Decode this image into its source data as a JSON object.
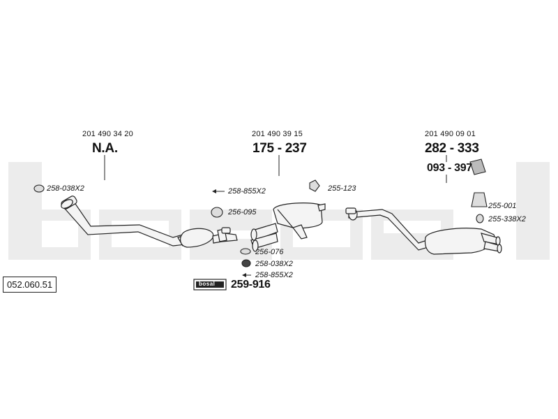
{
  "diagram": {
    "reference_number": "052.060.51",
    "watermark_text": "bosal",
    "logo_text": "bosal",
    "sections": [
      {
        "oem": "201 490 34 20",
        "part": "N.A."
      },
      {
        "oem": "201 490 39 15",
        "part": "175 - 237"
      },
      {
        "oem": "201 490 09 01",
        "part": "282 - 333"
      }
    ],
    "bracket_part": "093 - 397",
    "kit_part": "259-916",
    "parts": {
      "p_258_038_left": "258-038X2",
      "p_258_855_top": "258-855X2",
      "p_256_095": "256-095",
      "p_255_123": "255-123",
      "p_256_076": "256-076",
      "p_258_038_mid": "258-038X2",
      "p_258_855_bottom": "258-855X2",
      "p_255_001": "255-001",
      "p_255_338": "255-338X2"
    },
    "colors": {
      "watermark": "#ececec",
      "line": "#222222",
      "pipe_fill": "#f4f4f4"
    }
  }
}
